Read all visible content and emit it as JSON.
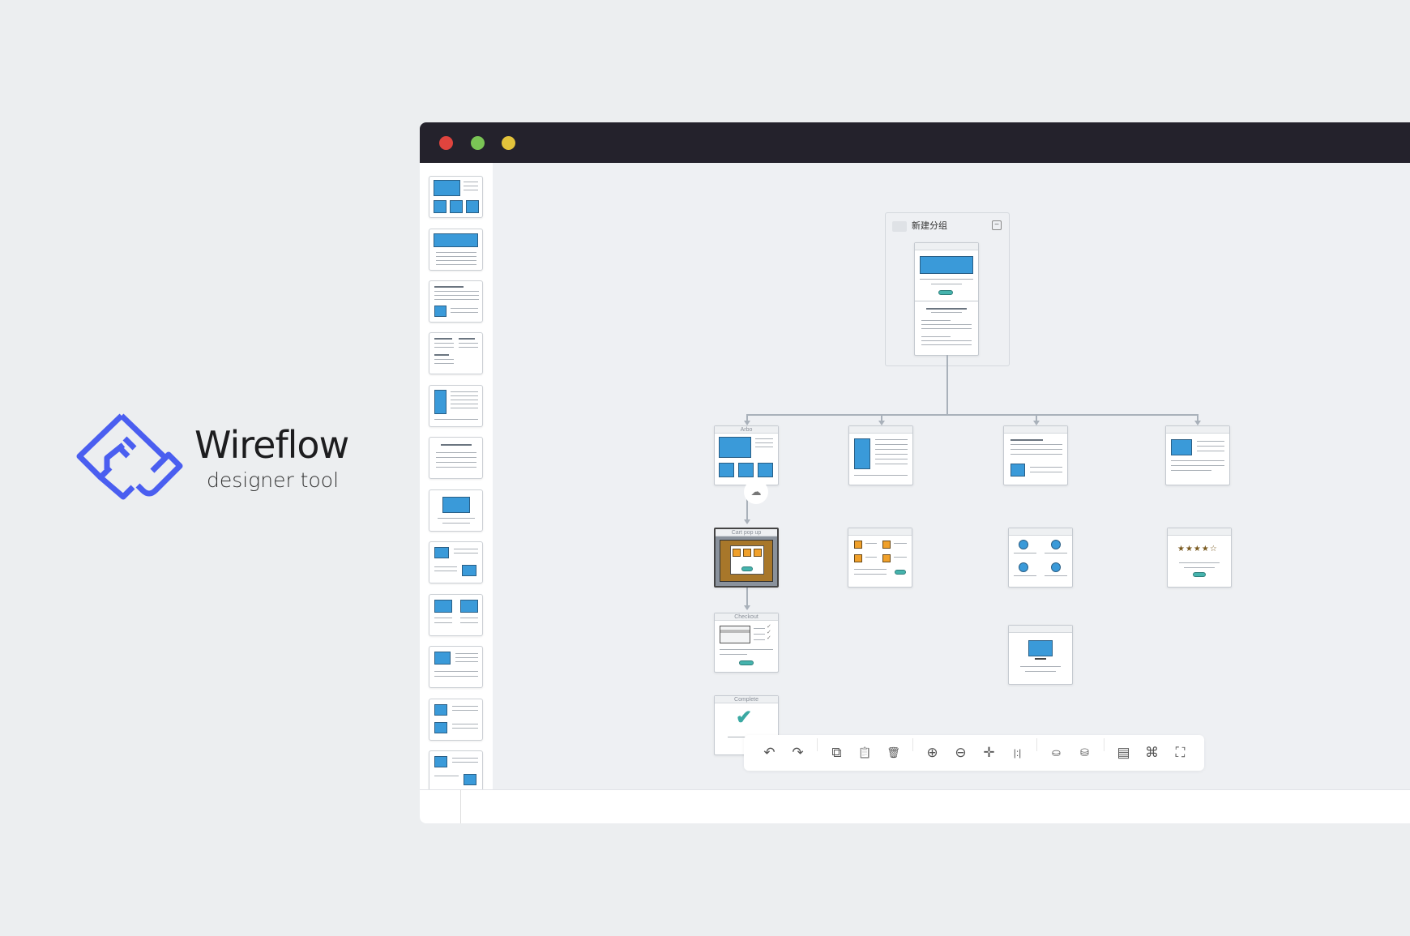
{
  "brand": {
    "name": "Wireflow",
    "tagline": "designer tool",
    "color": "#4a5ef0"
  },
  "window": {
    "controls": [
      "close",
      "minimize",
      "maximize"
    ],
    "colors": {
      "close": "#e0443e",
      "minimize": "#7ac455",
      "maximize": "#e3c33b"
    }
  },
  "canvas": {
    "group": {
      "title": "新建分组"
    },
    "screens": {
      "arbo": "Arbo",
      "cart": "Cart pop up",
      "checkout": "Checkout",
      "complete": "Complete"
    }
  },
  "toolbar": {
    "undo": "↶",
    "redo": "↷",
    "copy": "⧉",
    "paste": "📋",
    "delete": "🗑",
    "zoom_in": "⊕",
    "zoom_out": "⊖",
    "center": "✛",
    "distribute": "|:|",
    "group": "⛀",
    "ungroup": "⛁",
    "add_frame": "▤",
    "arrange": "⌘",
    "fit": "⛶"
  }
}
